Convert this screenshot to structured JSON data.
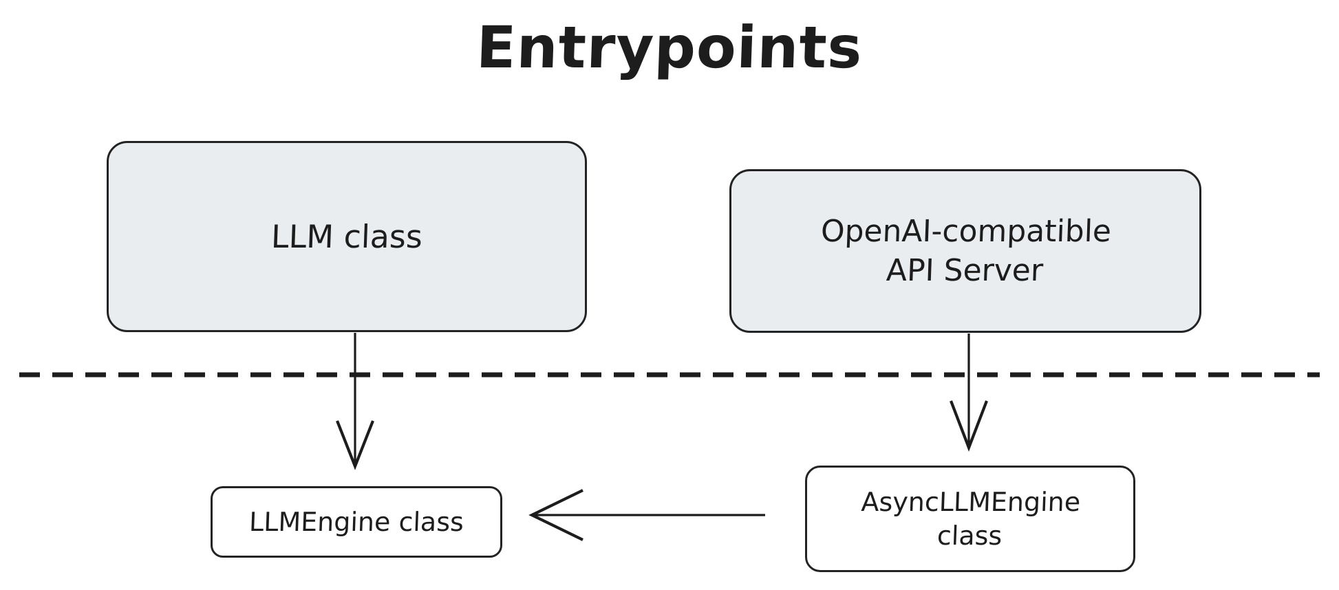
{
  "diagram": {
    "title": "Entrypoints",
    "background_color": "#ffffff",
    "stroke_color": "#1d1d1d",
    "filled_node_color": "#e9edef",
    "plain_node_color": "#ffffff",
    "nodes": [
      {
        "id": "llm-class",
        "label": "LLM class",
        "style": "filled",
        "layer": "top"
      },
      {
        "id": "openai-server",
        "label": "OpenAI-compatible\nAPI Server",
        "style": "filled",
        "layer": "top"
      },
      {
        "id": "llmengine-class",
        "label": "LLMEngine class",
        "style": "plain",
        "layer": "bottom"
      },
      {
        "id": "asyncllmengine-class",
        "label": "AsyncLLMEngine\nclass",
        "style": "plain",
        "layer": "bottom"
      }
    ],
    "edges": [
      {
        "id": "edge-llm-to-llmengine",
        "from": "llm-class",
        "to": "llmengine-class",
        "direction": "down"
      },
      {
        "id": "edge-server-to-asyncllmengine",
        "from": "openai-server",
        "to": "asyncllmengine-class",
        "direction": "down"
      },
      {
        "id": "edge-asyncllmengine-to-llmengine",
        "from": "asyncllmengine-class",
        "to": "llmengine-class",
        "direction": "left"
      }
    ],
    "divider": {
      "id": "layer-divider",
      "style": "dashed"
    }
  }
}
